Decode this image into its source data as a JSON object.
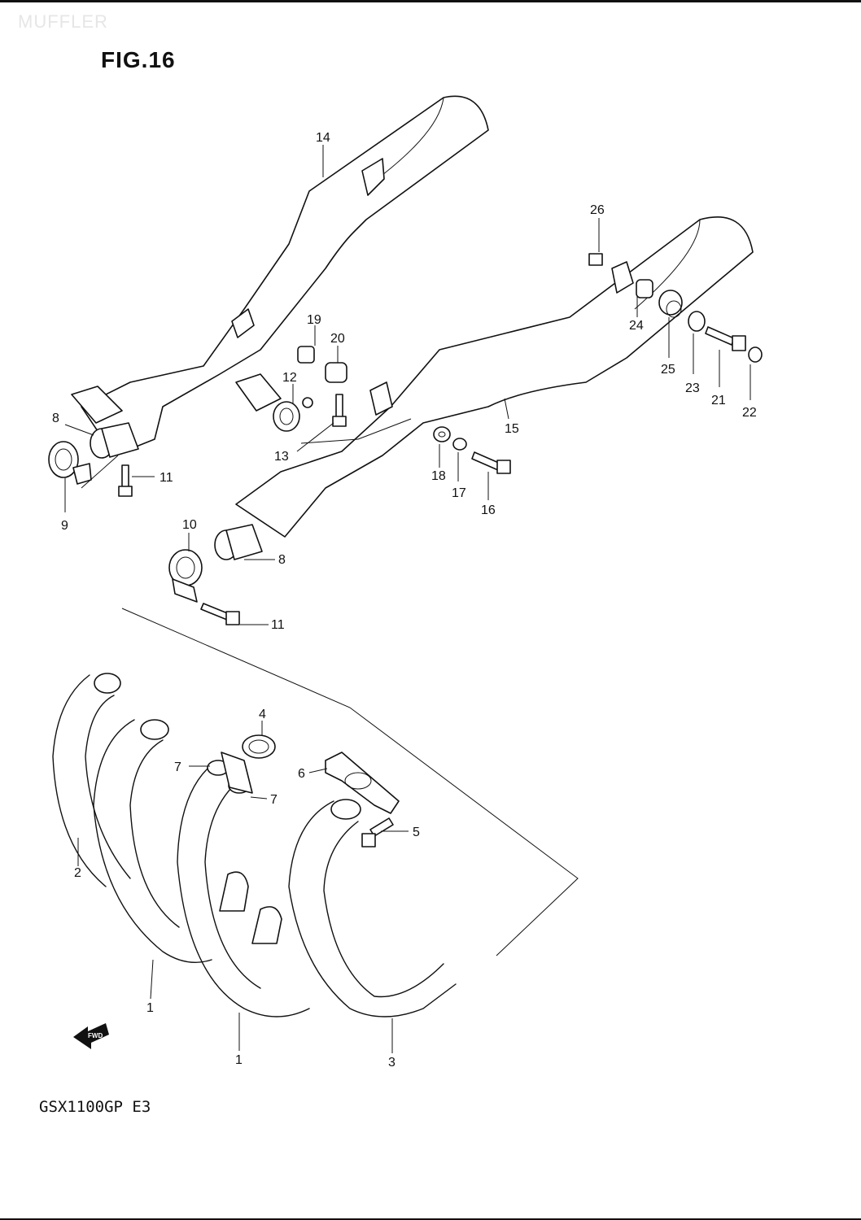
{
  "section_title": "MUFFLER",
  "figure_title": "FIG.16",
  "model_code": "GSX1100GP E3",
  "fwd_label": "FWD",
  "part_labels": {
    "p1a": "1",
    "p1b": "1",
    "p2": "2",
    "p3": "3",
    "p4": "4",
    "p5": "5",
    "p6": "6",
    "p7a": "7",
    "p7b": "7",
    "p8a": "8",
    "p8b": "8",
    "p9": "9",
    "p10": "10",
    "p11a": "11",
    "p11b": "11",
    "p12": "12",
    "p13": "13",
    "p14": "14",
    "p15": "15",
    "p16": "16",
    "p17": "17",
    "p18": "18",
    "p19": "19",
    "p20": "20",
    "p21": "21",
    "p22": "22",
    "p23": "23",
    "p24": "24",
    "p25": "25",
    "p26": "26"
  }
}
